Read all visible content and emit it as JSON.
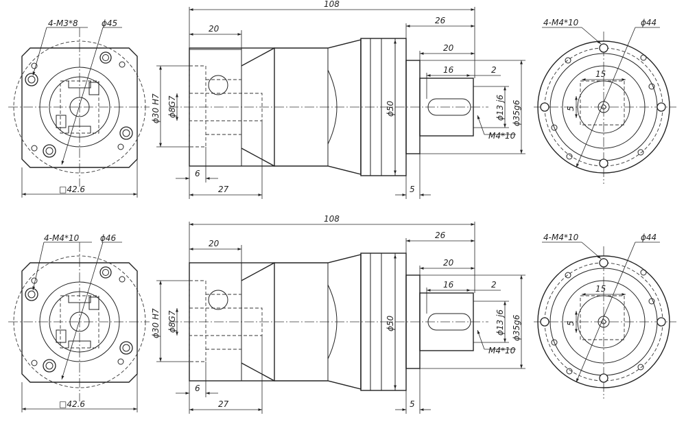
{
  "drawings": [
    {
      "input_flange": {
        "holes_label": "4-M3*8",
        "pcd_label": "ϕ45",
        "square_label": "□42.6"
      },
      "side": {
        "overall_length": "108",
        "input_depth": "20",
        "shaft_extension": "26",
        "key_length": "20",
        "key_width": "16",
        "key_offset": "2",
        "bore_dia": "ϕ30 H7",
        "input_bore": "ϕ8G7",
        "body_dia": "ϕ50",
        "shaft_dia": "ϕ13 j6",
        "pilot_dia": "ϕ35g6",
        "tap_label": "M4*10",
        "bottom_left": "6",
        "bottom_length": "27",
        "flange_thk": "5"
      },
      "output_flange": {
        "holes_label": "4-M4*10",
        "pcd_label": "ϕ44",
        "dim_15": "15",
        "dim_5": "5"
      }
    },
    {
      "input_flange": {
        "holes_label": "4-M4*10",
        "pcd_label": "ϕ46",
        "square_label": "□42.6"
      },
      "side": {
        "overall_length": "108",
        "input_depth": "20",
        "shaft_extension": "26",
        "key_length": "20",
        "key_width": "16",
        "key_offset": "2",
        "bore_dia": "ϕ30 H7",
        "input_bore": "ϕ8G7",
        "body_dia": "ϕ50",
        "shaft_dia": "ϕ13 j6",
        "pilot_dia": "ϕ35g6",
        "tap_label": "M4*10",
        "bottom_left": "6",
        "bottom_length": "27",
        "flange_thk": "5"
      },
      "output_flange": {
        "holes_label": "4-M4*10",
        "pcd_label": "ϕ44",
        "dim_15": "15",
        "dim_5": "5"
      }
    }
  ]
}
